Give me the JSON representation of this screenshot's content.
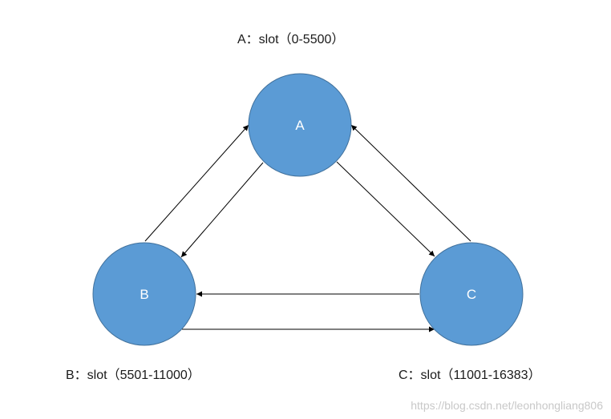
{
  "nodes": [
    {
      "id": "A",
      "label": "A",
      "slot_label": "A：slot（0-5500）"
    },
    {
      "id": "B",
      "label": "B",
      "slot_label": "B：slot（5501-11000）"
    },
    {
      "id": "C",
      "label": "C",
      "slot_label": "C：slot（11001-16383）"
    }
  ],
  "edges": [
    {
      "from": "B",
      "to": "A"
    },
    {
      "from": "A",
      "to": "B"
    },
    {
      "from": "A",
      "to": "C"
    },
    {
      "from": "C",
      "to": "A"
    },
    {
      "from": "C",
      "to": "B"
    },
    {
      "from": "B",
      "to": "C"
    }
  ],
  "colors": {
    "node_fill": "#5b9bd5",
    "node_stroke": "#41719c",
    "edge": "#000000"
  },
  "watermark": "https://blog.csdn.net/leonhongliang806"
}
